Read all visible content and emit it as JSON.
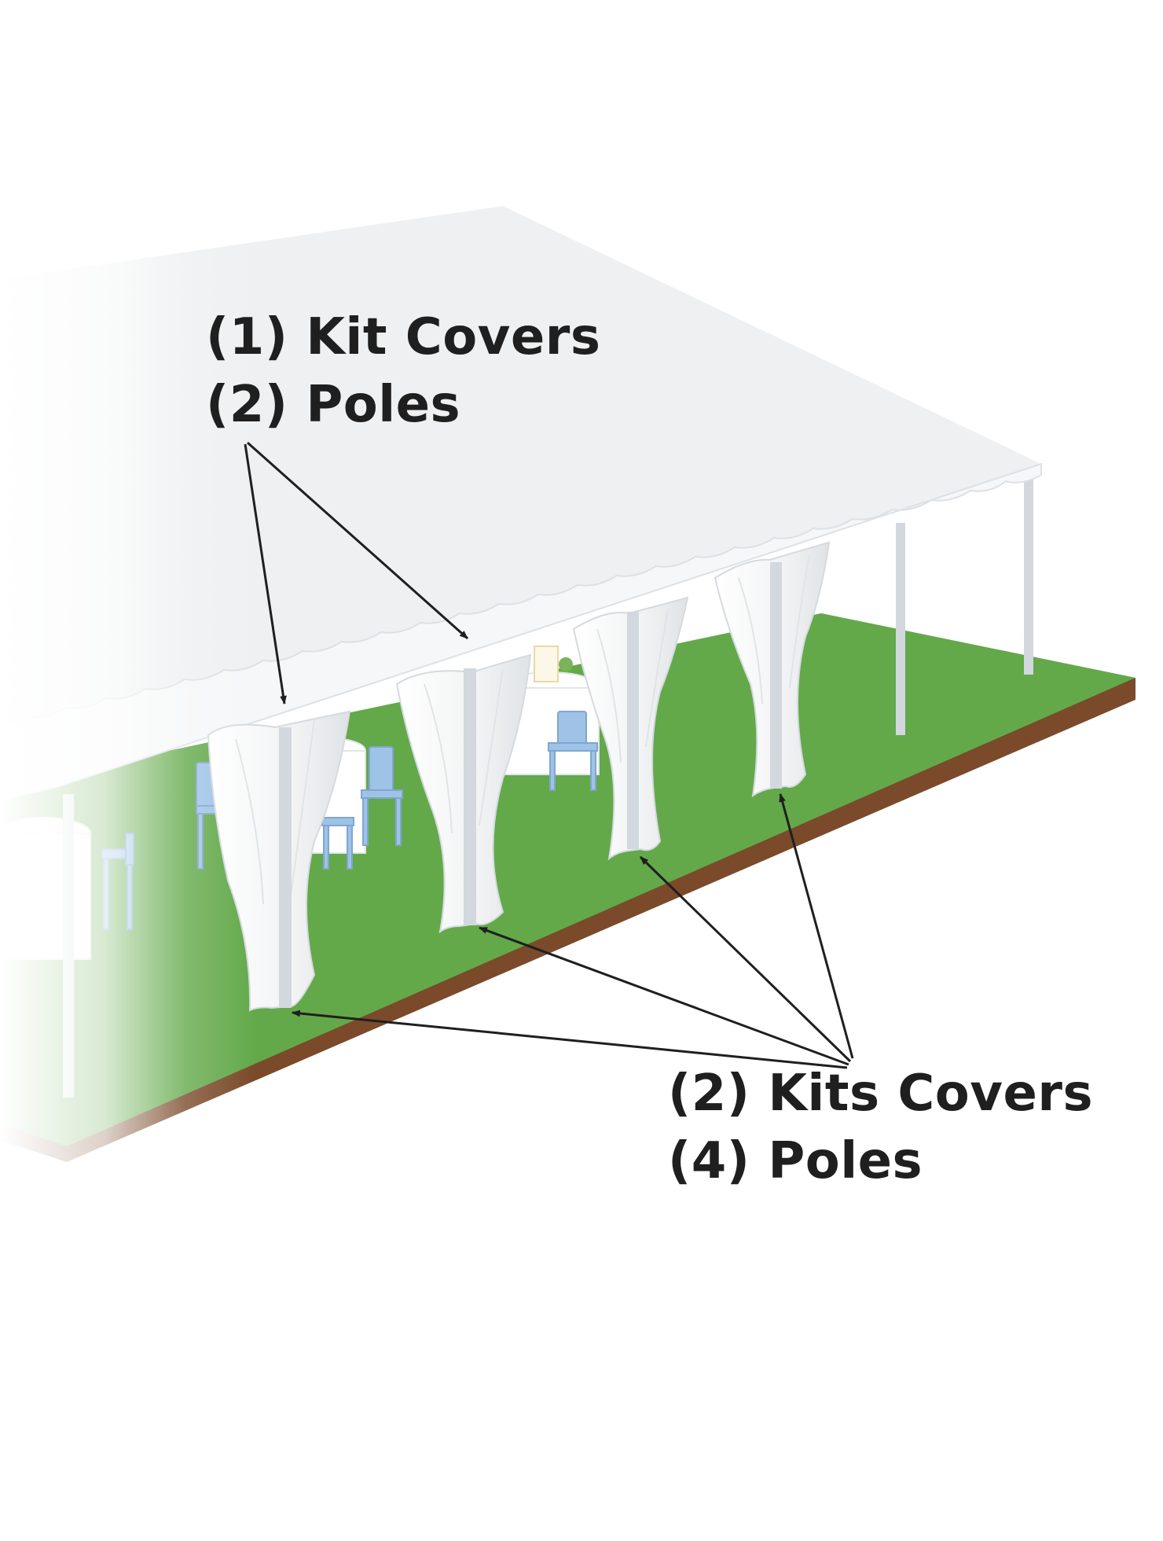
{
  "callouts": {
    "top": {
      "line1": "(1) Kit Covers",
      "line2": "(2) Poles"
    },
    "bottom": {
      "line1": "(2) Kits Covers",
      "line2": "(4) Poles"
    }
  },
  "colors": {
    "grass": "#63a94a",
    "soil": "#7a4a2a",
    "canopy": "#eef0f1",
    "pole": "#d2d8de",
    "drape": "#f4f5f6",
    "chair": "#9fc3e6",
    "arrow": "#1f1f1f"
  }
}
